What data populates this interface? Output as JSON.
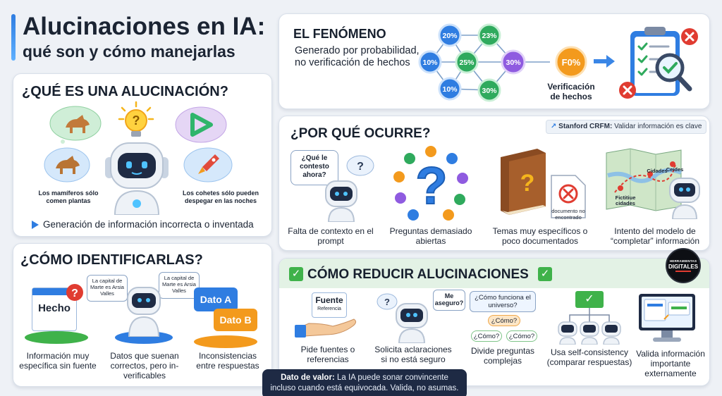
{
  "header": {
    "title_line1": "Alucinaciones en IA:",
    "title_line2": "qué son y cómo manejarlas"
  },
  "colors": {
    "accent": "#2f7de1",
    "green": "#3fb24a",
    "red": "#e03c31",
    "orange": "#f39a1d",
    "navy": "#1f2b44"
  },
  "que_es": {
    "heading": "¿QUÉ ES UNA ALUCINACIÓN?",
    "bubble_left": "Los mamíferos sólo comen plantas",
    "bubble_right": "Los cohetes sólo pueden despegar en las noches",
    "definition": "Generación de información incorrecta o inventada"
  },
  "fenomeno": {
    "heading": "EL FENÓMENO",
    "text": "Generado por probabilidad, no verificación de hechos",
    "nodes": [
      "20%",
      "23%",
      "10%",
      "25%",
      "30%",
      "10%",
      "30%"
    ],
    "result_node": "F0%",
    "result_label": "Verificación de hechos"
  },
  "por_que": {
    "heading": "¿POR QUÉ OCURRE?",
    "source_note_bold": "Stanford CRFM:",
    "source_note_rest": "Validar información es clave",
    "items": [
      {
        "caption": "Falta de contexto en el prompt",
        "bubble": "¿Qué le contesto ahora?"
      },
      {
        "caption": "Preguntas demasiado abiertas"
      },
      {
        "caption": "Temas muy específicos o poco documentados",
        "doc_label": "documento no encontrado"
      },
      {
        "caption": "Intento del modelo de “completar” información",
        "map_labels": [
          "Cidades",
          "Ceides",
          "Fictitiue cidades"
        ]
      }
    ]
  },
  "identificar": {
    "heading": "¿CÓMO IDENTIFICARLAS?",
    "items": [
      {
        "caption": "Información muy específica sin fuente",
        "card": "Hecho"
      },
      {
        "caption": "Datos que suenan correctos, pero in-verificables",
        "bubble": "La capital de Marte es Arsia Valles"
      },
      {
        "caption": "Inconsistencias entre respuestas",
        "tag_a": "Dato A",
        "tag_b": "Dato B"
      }
    ]
  },
  "reducir": {
    "heading": "CÓMO REDUCIR ALUCINACIONES",
    "items": [
      {
        "caption": "Pide fuentes o referencias",
        "card_title": "Fuente",
        "card_sub": "Referencia"
      },
      {
        "caption": "Solicita aclaraciones si no está seguro",
        "bubble": "Me aseguro?"
      },
      {
        "caption": "Divide preguntas complejas",
        "q_main": "¿Cómo funciona el universo?",
        "q_sub": [
          "¿Cómo?",
          "¿Cómo?",
          "¿Cómo?"
        ]
      },
      {
        "caption": "Usa self-consistency (comparar respuestas)"
      },
      {
        "caption": "Valida información importante externamente"
      }
    ]
  },
  "callout": {
    "bold": "Dato de valor:",
    "text": "La IA puede sonar convincente incluso cuando está equivocada. Valida, no asumas."
  },
  "logo": {
    "line1": "HERRAMIENTAS",
    "line2": "DIGITALES"
  }
}
